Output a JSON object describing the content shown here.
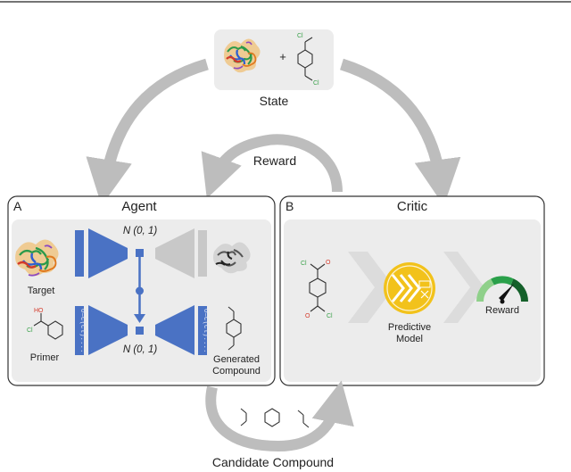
{
  "state": {
    "label": "State",
    "plus": "+"
  },
  "reward_loop": {
    "label": "Reward"
  },
  "candidate": {
    "label": "Candidate Compound"
  },
  "panel_a": {
    "letter": "A",
    "title": "Agent",
    "noise_top": "N (0, 1)",
    "noise_bottom": "N (0, 1)",
    "target_label": "Target",
    "primer_label": "Primer",
    "generated_label_1": "Generated",
    "generated_label_2": "Compound",
    "primer_atom_ho": "HO",
    "primer_atom_cl": "Cl"
  },
  "panel_b": {
    "letter": "B",
    "title": "Critic",
    "model_label_1": "Predictive",
    "model_label_2": "Model",
    "reward_label": "Reward"
  },
  "colors": {
    "encoder_blue": "#4a72c4",
    "arrow_gray": "#bdbdbd",
    "panel_bg": "#ececec",
    "model_yellow": "#f2c21b",
    "gauge_green": "#1f8a3c"
  }
}
